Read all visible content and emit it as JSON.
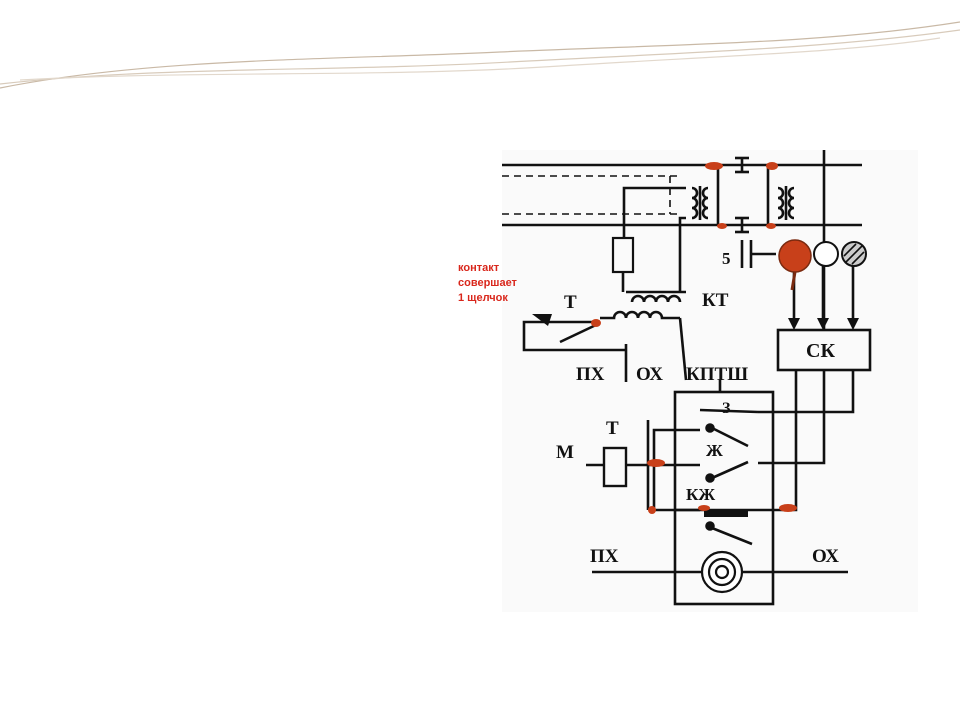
{
  "annotation": {
    "lines": [
      "контакт",
      "совершает",
      "1 щелчок"
    ],
    "color": "#d9271c"
  },
  "diagram": {
    "labels": {
      "T_top": "Т",
      "KT": "КТ",
      "five": "5",
      "PX_left": "ПХ",
      "OX_left": "ОХ",
      "KPTSH": "КПТШ",
      "Z": "З",
      "M": "М",
      "T_mid": "Т",
      "ZH": "Ж",
      "KZH": "КЖ",
      "SK": "СК",
      "PX_bottom": "ПХ",
      "OX_bottom": "ОХ"
    },
    "colors": {
      "line": "#111111",
      "accent": "#c8401a",
      "header_swoosh": "#c9b9a6"
    }
  }
}
